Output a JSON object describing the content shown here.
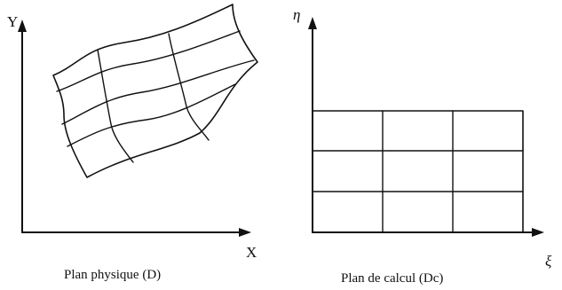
{
  "physical_plane": {
    "axis_y_label": "Y",
    "axis_x_label": "X",
    "caption": "Plan physique (D)"
  },
  "computational_plane": {
    "axis_eta_label": "η",
    "axis_xi_label": "ξ",
    "caption": "Plan de calcul (Dc)"
  },
  "grid": {
    "rows": 3,
    "cols": 3
  },
  "colors": {
    "ink": "#111111",
    "background": "#ffffff"
  }
}
